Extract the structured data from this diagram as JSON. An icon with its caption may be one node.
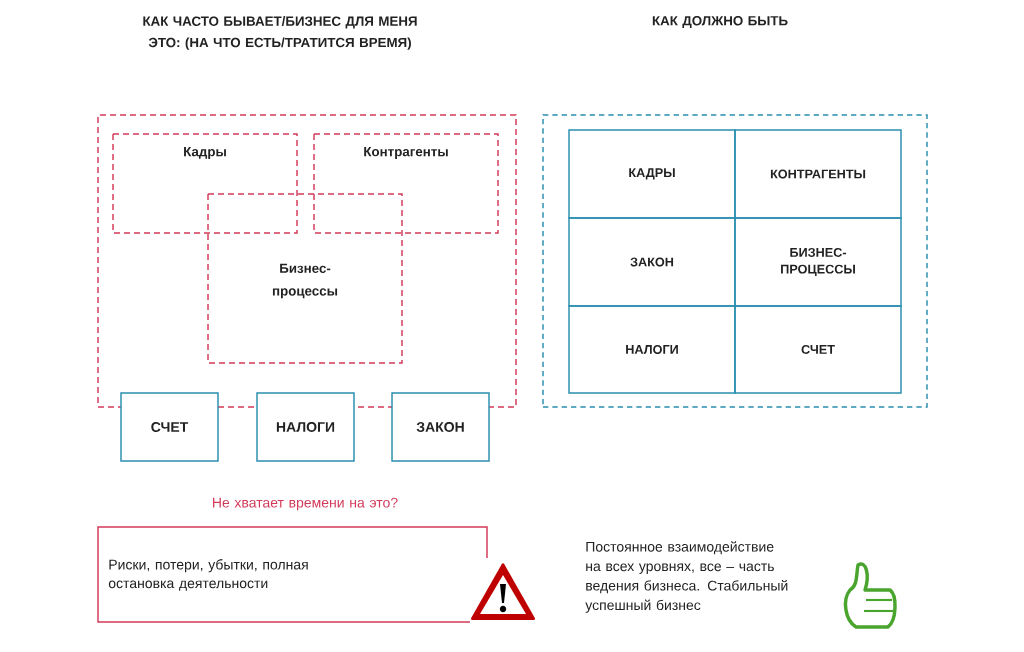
{
  "diagram": {
    "nodes": [
      {
        "text": [],
        "shape": "box"
      },
      {
        "text": [
          "Кадры"
        ],
        "in": 0
      },
      {
        "text": [
          "Контрагенты"
        ],
        "in": 0
      },
      {
        "text": [
          "Бизнес- процессы"
        ],
        "in": 0
      },
      {
        "text": [
          "СЧЕТ"
        ]
      },
      {
        "text": [
          "НАЛОГИ"
        ]
      },
      {
        "text": [
          "ЗАКОН"
        ]
      },
      {
        "text": [],
        "shape": "box"
      },
      {
        "text": [
          "КАДРЫ"
        ],
        "in": 7
      },
      {
        "text": [
          "КОНТРАГЕНТЫ"
        ],
        "in": 7
      },
      {
        "text": [
          "ЗАКОН"
        ],
        "in": 7
      },
      {
        "text": [
          "БИЗНЕС- ПРОЦЕССЫ"
        ],
        "in": 7
      },
      {
        "text": [
          "НАЛОГИ"
        ],
        "in": 7
      },
      {
        "text": [
          "СЧЕТ"
        ],
        "in": 7
      },
      {
        "text": [
          "Риски, потери, убытки, полная остановка деятельности"
        ]
      }
    ],
    "edges": [],
    "labels": [
      "КАК ЧАСТО БЫВАЕТ/БИЗНЕС ДЛЯ МЕНЯ ЭТО: (НА ЧТО ЕСТЬ/ТРАТИТСЯ ВРЕМЯ)",
      "КАК ДОЛЖНО БЫТЬ",
      "Не хватает времени на это?",
      "Постоянное взаимодействие на всех уровнях, все – часть ведения бизнеса. Стабильный успешный бизнес"
    ]
  }
}
